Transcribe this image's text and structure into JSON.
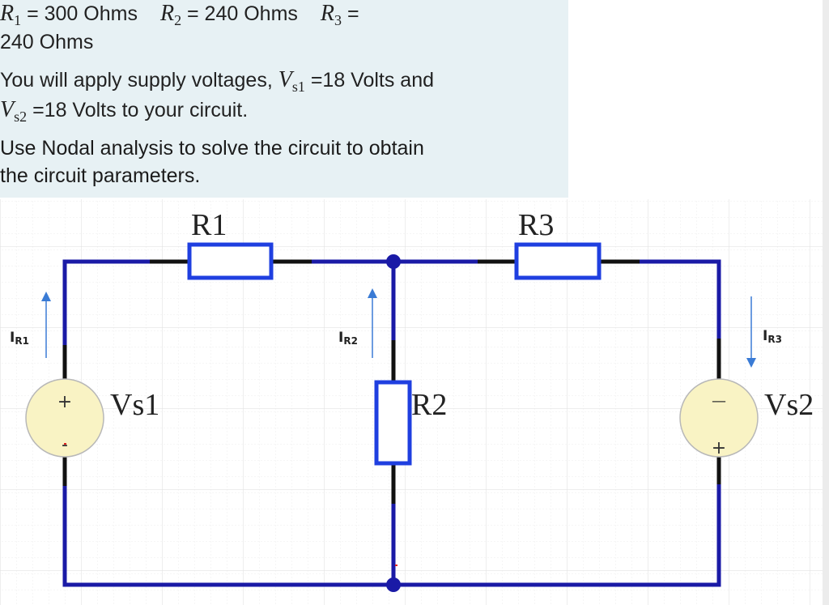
{
  "text": {
    "r1_symbol": "R",
    "r1_sub": "1",
    "r1_value": "= 300 Ohms",
    "r2_symbol": "R",
    "r2_sub": "2",
    "r2_value": "= 240 Ohms",
    "r3_symbol": "R",
    "r3_sub": "3",
    "r3_eq": "=",
    "r3_value": "240 Ohms",
    "supply_intro": "You will apply supply voltages,",
    "vs1_symbol": "V",
    "vs1_sub": "s1",
    "vs1_value": "=18 Volts and",
    "vs2_symbol": "V",
    "vs2_sub": "s2",
    "vs2_value": "=18 Volts to your circuit.",
    "instruction_line1": "Use Nodal analysis to solve the circuit to obtain",
    "instruction_line2": "the circuit parameters."
  },
  "circuit": {
    "r1_label": "R1",
    "r2_label": "R2",
    "r3_label": "R3",
    "vs1_label": "Vs1",
    "vs2_label": "Vs2",
    "ir1_main": "I",
    "ir1_sub": "R1",
    "ir2_main": "I",
    "ir2_sub": "R2",
    "ir3_main": "I",
    "ir3_sub": "R3",
    "vs1_plus": "+",
    "vs1_minus": "-",
    "vs2_plus": "+",
    "vs2_minus": "—",
    "wire_color": "#1a1aa6",
    "resistor_color": "#1f3fe0",
    "source_fill": "#f9f3c4",
    "arrow_color": "#3a7bd5"
  }
}
